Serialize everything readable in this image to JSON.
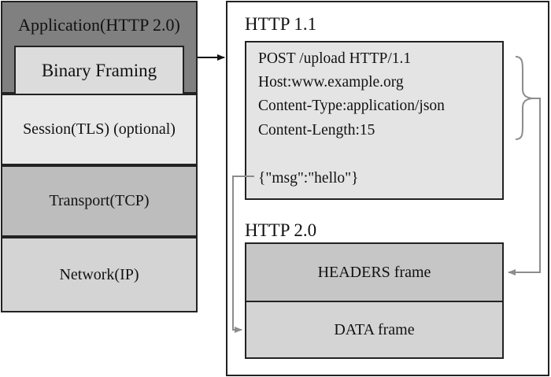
{
  "stack": {
    "application": "Application(HTTP 2.0)",
    "binary_framing": "Binary Framing",
    "session": "Session(TLS) (optional)",
    "transport": "Transport(TCP)",
    "network": "Network(IP)"
  },
  "http11": {
    "heading": "HTTP 1.1",
    "headers": [
      "POST /upload HTTP/1.1",
      "Host:www.example.org",
      "Content-Type:application/json",
      "Content-Length:15"
    ],
    "body": "{\"msg\":\"hello\"}"
  },
  "http2": {
    "heading": "HTTP 2.0",
    "headers_frame": "HEADERS frame",
    "data_frame": "DATA frame"
  }
}
